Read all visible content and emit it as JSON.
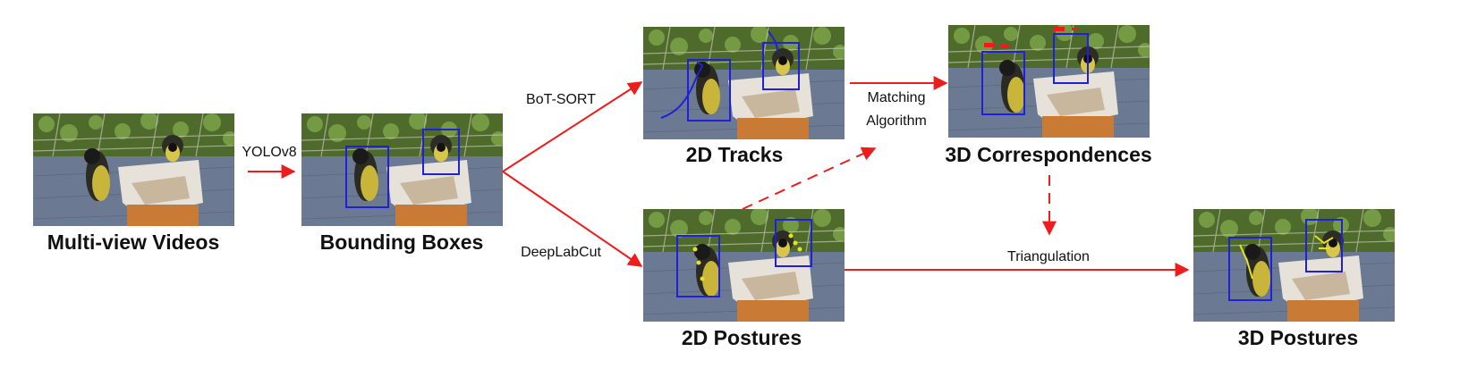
{
  "stages": {
    "videos": "Multi-view Videos",
    "boxes": "Bounding Boxes",
    "tracks": "2D Tracks",
    "postures2d": "2D Postures",
    "correspondences": "3D Correspondences",
    "postures3d": "3D Postures"
  },
  "edges": {
    "yolo": "YOLOv8",
    "botsort": "BoT-SORT",
    "deeplabcut": "DeepLabCut",
    "matching_line1": "Matching",
    "matching_line2": "Algorithm",
    "triangulation": "Triangulation"
  },
  "colors": {
    "arrow": "#ee1c1c",
    "box": "#2020d8",
    "keypoints": "#e8e020"
  },
  "panel_contents": {
    "videos": "photo",
    "boxes": "photo-with-boxes",
    "tracks": "photo-with-boxes-and-tracks",
    "postures2d": "photo-with-boxes-and-keypoints",
    "correspondences": "photo-with-boxes-and-tracks",
    "postures3d": "photo-with-boxes-and-skeleton"
  }
}
